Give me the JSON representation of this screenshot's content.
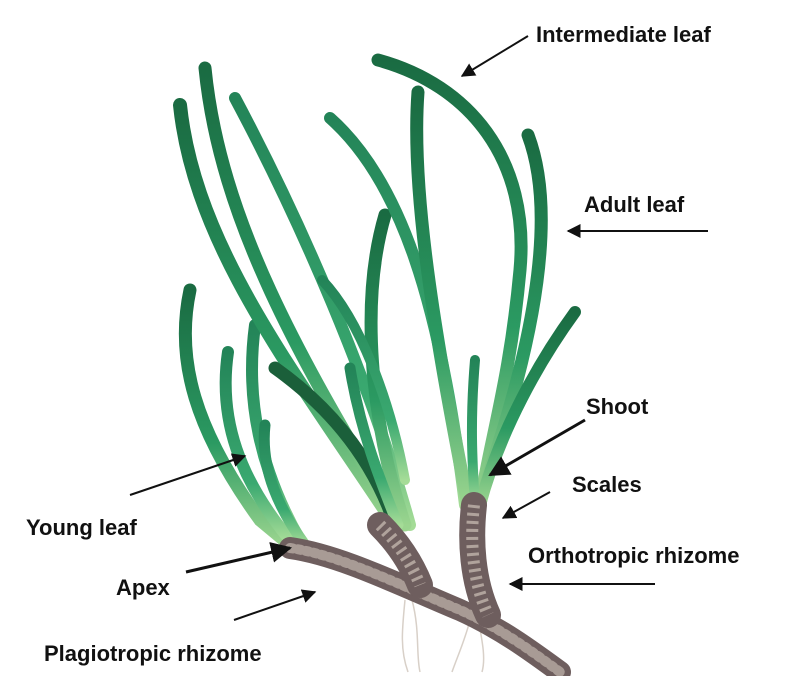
{
  "labels": {
    "intermediate_leaf": "Intermediate leaf",
    "adult_leaf": "Adult leaf",
    "shoot": "Shoot",
    "scales": "Scales",
    "orthotropic_rhizome": "Orthotropic rhizome",
    "young_leaf": "Young leaf",
    "apex": "Apex",
    "plagiotropic_rhizome": "Plagiotropic rhizome"
  },
  "colors": {
    "leaf_dark": "#1d6f45",
    "leaf_mid": "#2a9460",
    "leaf_light": "#8fd08a",
    "rhizome": "#7a6a6a",
    "arrow": "#111111"
  }
}
